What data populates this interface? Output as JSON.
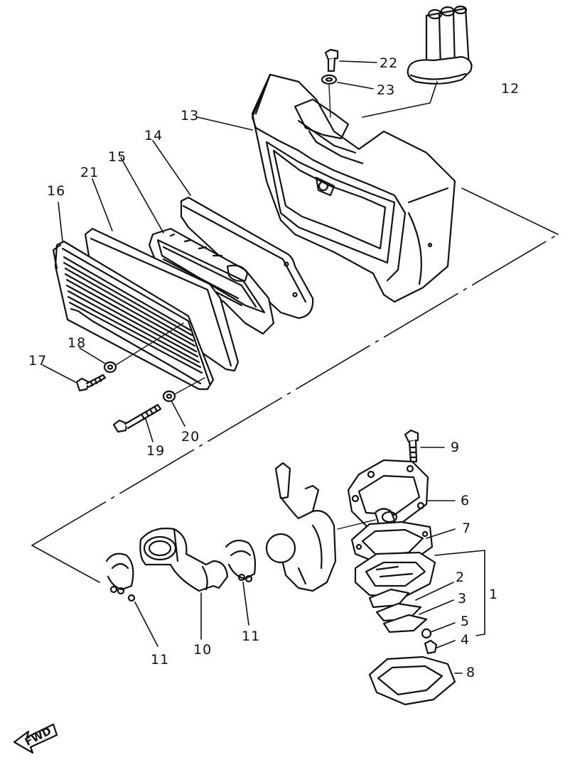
{
  "diagram": {
    "direction_label": "FWD",
    "callouts": {
      "c1": "1",
      "c2": "2",
      "c3": "3",
      "c4": "4",
      "c5": "5",
      "c6": "6",
      "c7": "7",
      "c8": "8",
      "c9": "9",
      "c10": "10",
      "c11a": "11",
      "c11b": "11",
      "c12": "12",
      "c13": "13",
      "c14": "14",
      "c15": "15",
      "c16": "16",
      "c17": "17",
      "c18": "18",
      "c19": "19",
      "c20": "20",
      "c21": "21",
      "c22": "22",
      "c23": "23"
    }
  }
}
